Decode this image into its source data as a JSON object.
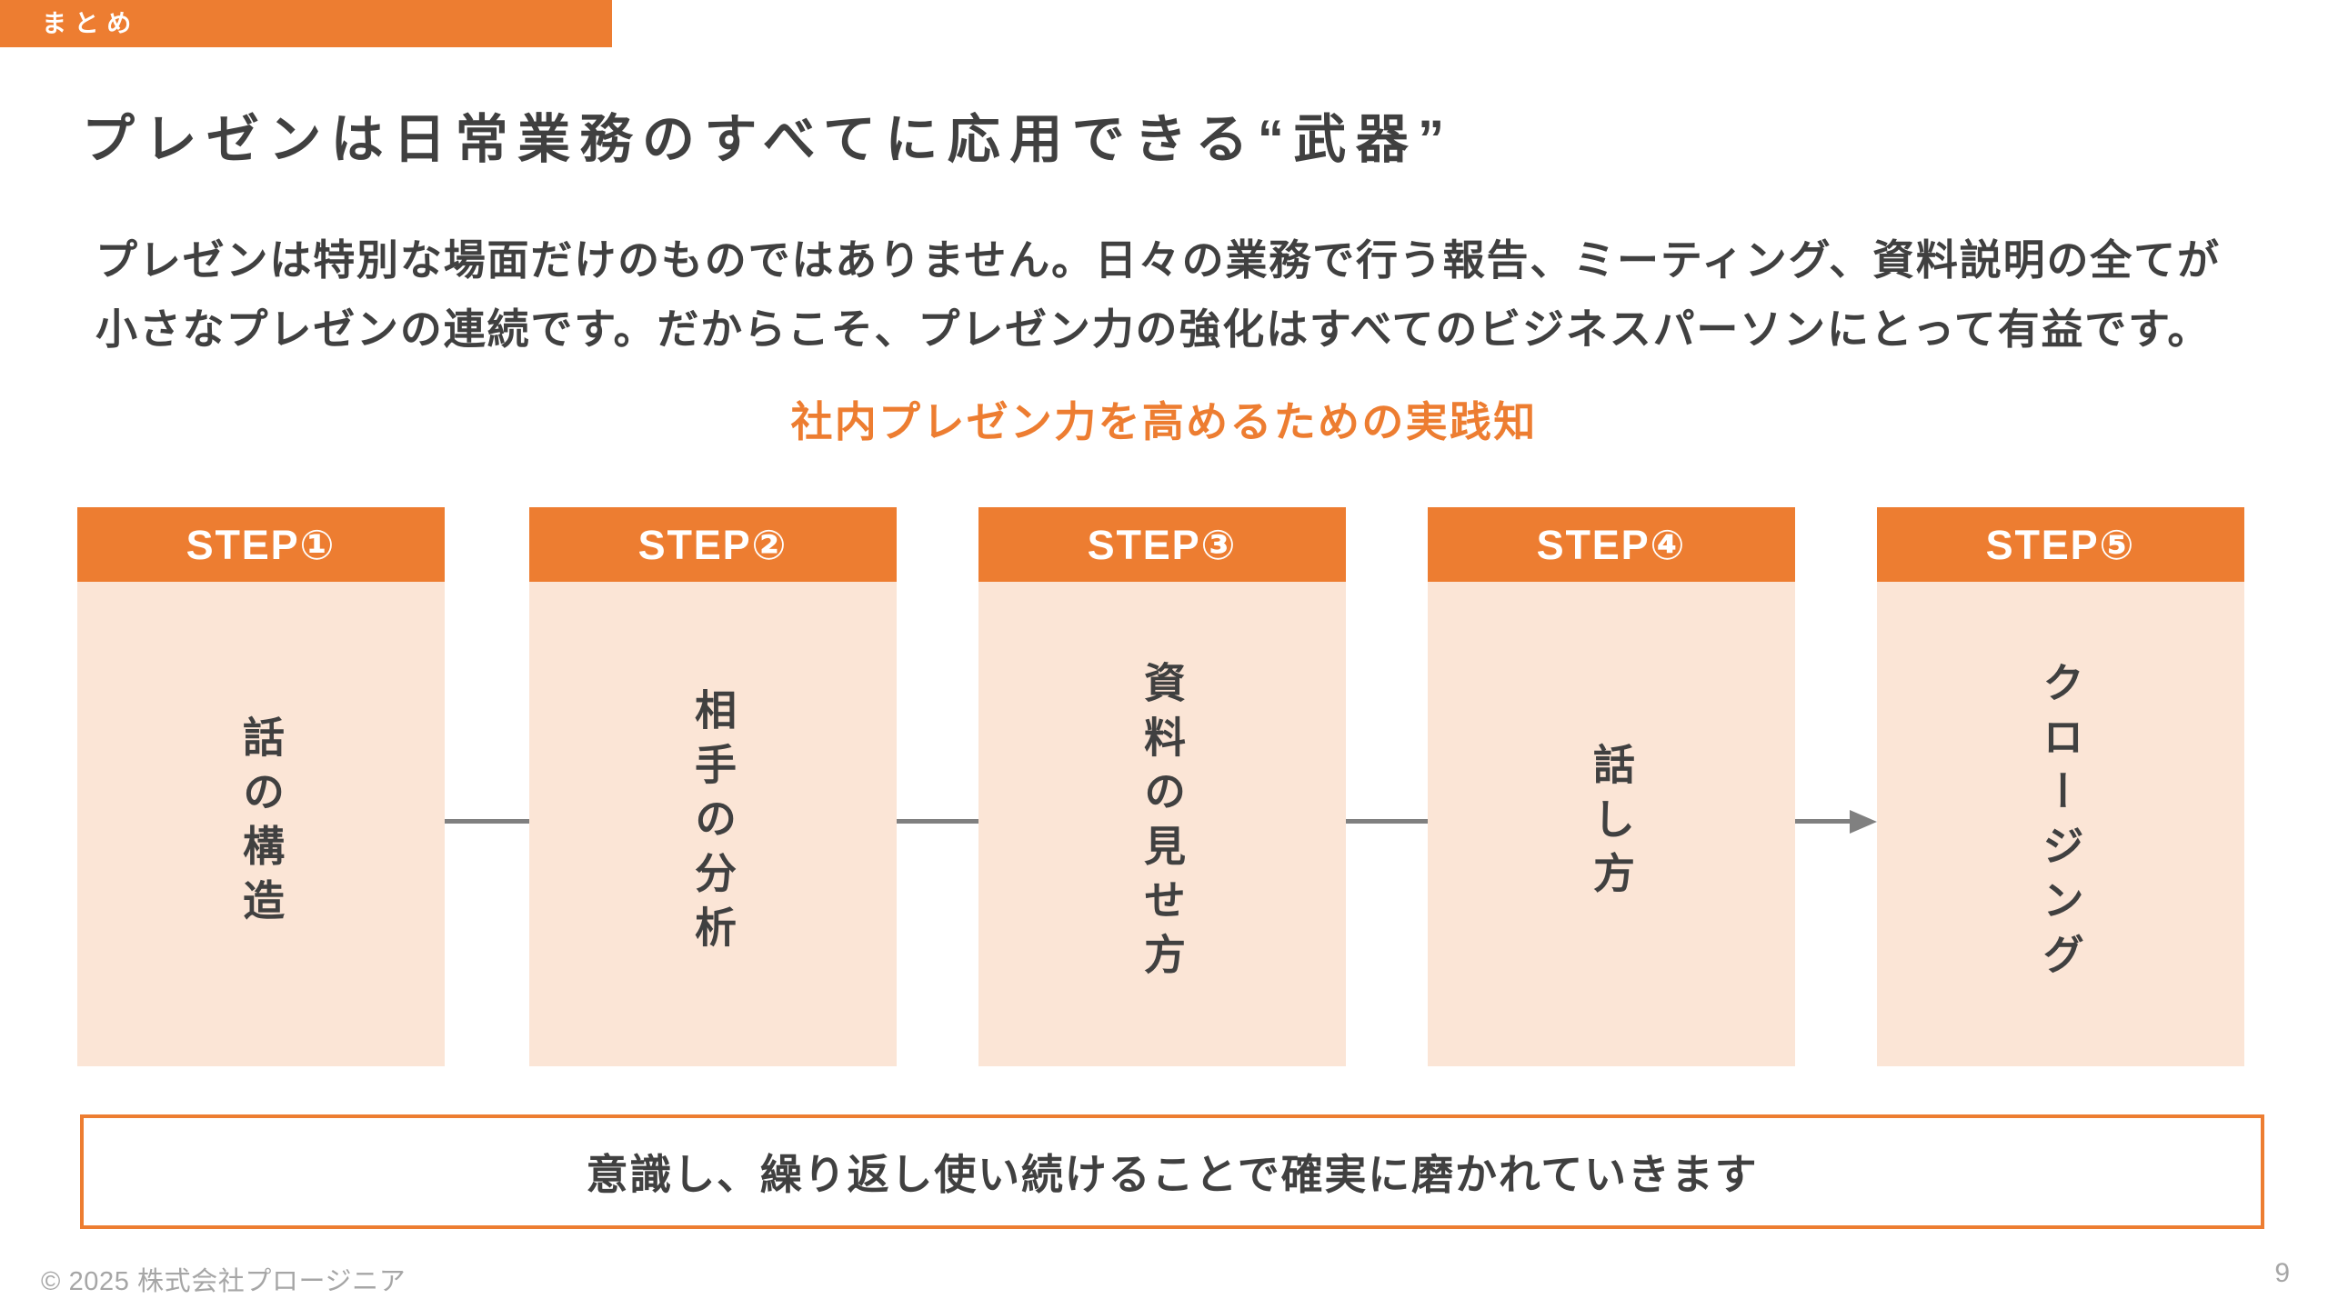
{
  "tag": "まとめ",
  "title": "プレゼンは日常業務のすべてに応用できる“武器”",
  "paragraph": {
    "lines": [
      "プレゼンは特別な場面だけのものではありません。日々の業務で行う報告、ミーティング、資料説明の全てが",
      "小さなプレゼンの連続です。だからこそ、プレゼン力の強化はすべてのビジネスパーソンにとって有益です。"
    ]
  },
  "subtitle": "社内プレゼン力を高めるための実践知",
  "steps": [
    {
      "header": "STEP①",
      "label": "話の構造"
    },
    {
      "header": "STEP②",
      "label": "相手の分析"
    },
    {
      "header": "STEP③",
      "label": "資料の見せ方"
    },
    {
      "header": "STEP④",
      "label": "話し方"
    },
    {
      "header": "STEP⑤",
      "label": "クロージング"
    }
  ],
  "conclusion": "意識し、繰り返し使い続けることで確実に磨かれていきます",
  "footer": {
    "copyright": "© 2025 株式会社プロージニア",
    "page_number": "9"
  },
  "colors": {
    "accent_orange": "#ED7D31",
    "light_peach": "#FBE5D6",
    "text_dark": "#404040",
    "connector_gray": "#808080",
    "footer_gray": "#A6A6A6"
  }
}
